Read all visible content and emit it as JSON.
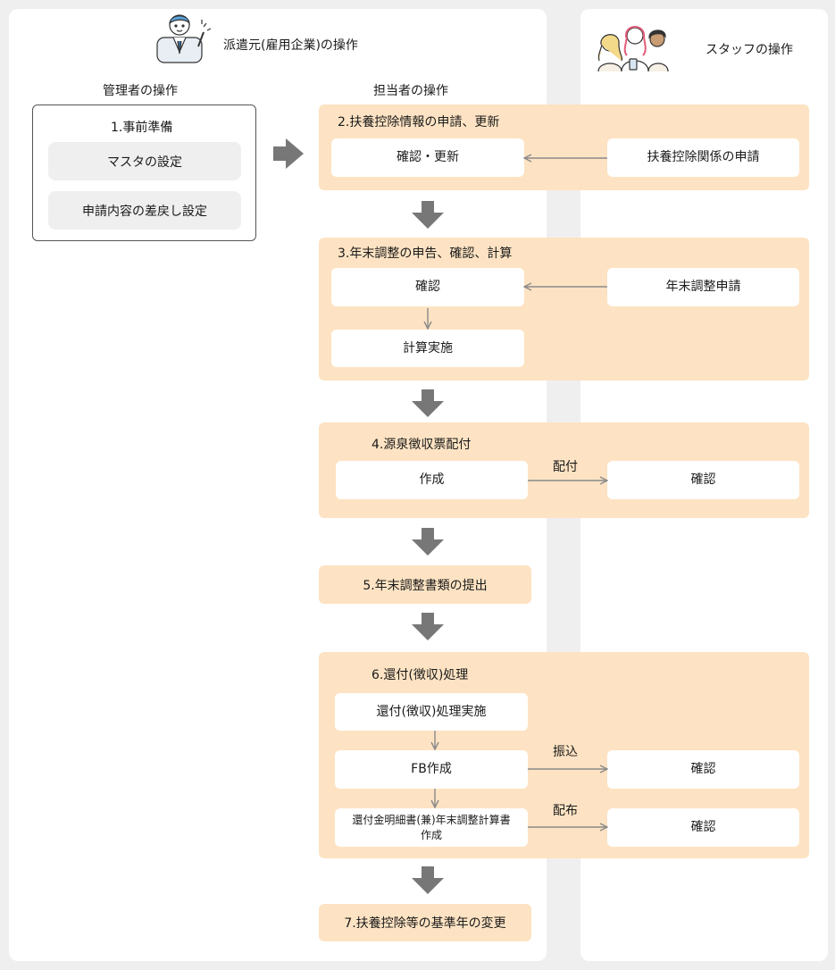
{
  "headers": {
    "dispatch_company": "派遣元(雇用企業)の操作",
    "staff": "スタッフの操作",
    "admin": "管理者の操作",
    "person_in_charge": "担当者の操作"
  },
  "admin_box": {
    "title": "1.事前準備",
    "items": [
      "マスタの設定",
      "申請内容の差戻し設定"
    ]
  },
  "stages": {
    "s2": {
      "title": "2.扶養控除情報の申請、更新",
      "left": "確認・更新",
      "right": "扶養控除関係の申請"
    },
    "s3": {
      "title": "3.年末調整の申告、確認、計算",
      "left": "確認",
      "left2": "計算実施",
      "right": "年末調整申請"
    },
    "s4": {
      "title": "4.源泉徴収票配付",
      "left": "作成",
      "right": "確認",
      "arrow_label": "配付"
    },
    "s5": {
      "title": "5.年末調整書類の提出"
    },
    "s6": {
      "title": "6.還付(徴収)処理",
      "left1": "還付(徴収)処理実施",
      "left2": "FB作成",
      "left3_line1": "還付金明細書(兼)年末調整計算書",
      "left3_line2": "作成",
      "right1": "確認",
      "right2": "確認",
      "arrow1_label": "振込",
      "arrow2_label": "配布"
    },
    "s7": {
      "title": "7.扶養控除等の基準年の変更"
    }
  },
  "colors": {
    "background": "#efefef",
    "panel": "#ffffff",
    "stage": "#fde3c3",
    "arrow": "#777777",
    "thin_arrow": "#8a8a8a"
  }
}
